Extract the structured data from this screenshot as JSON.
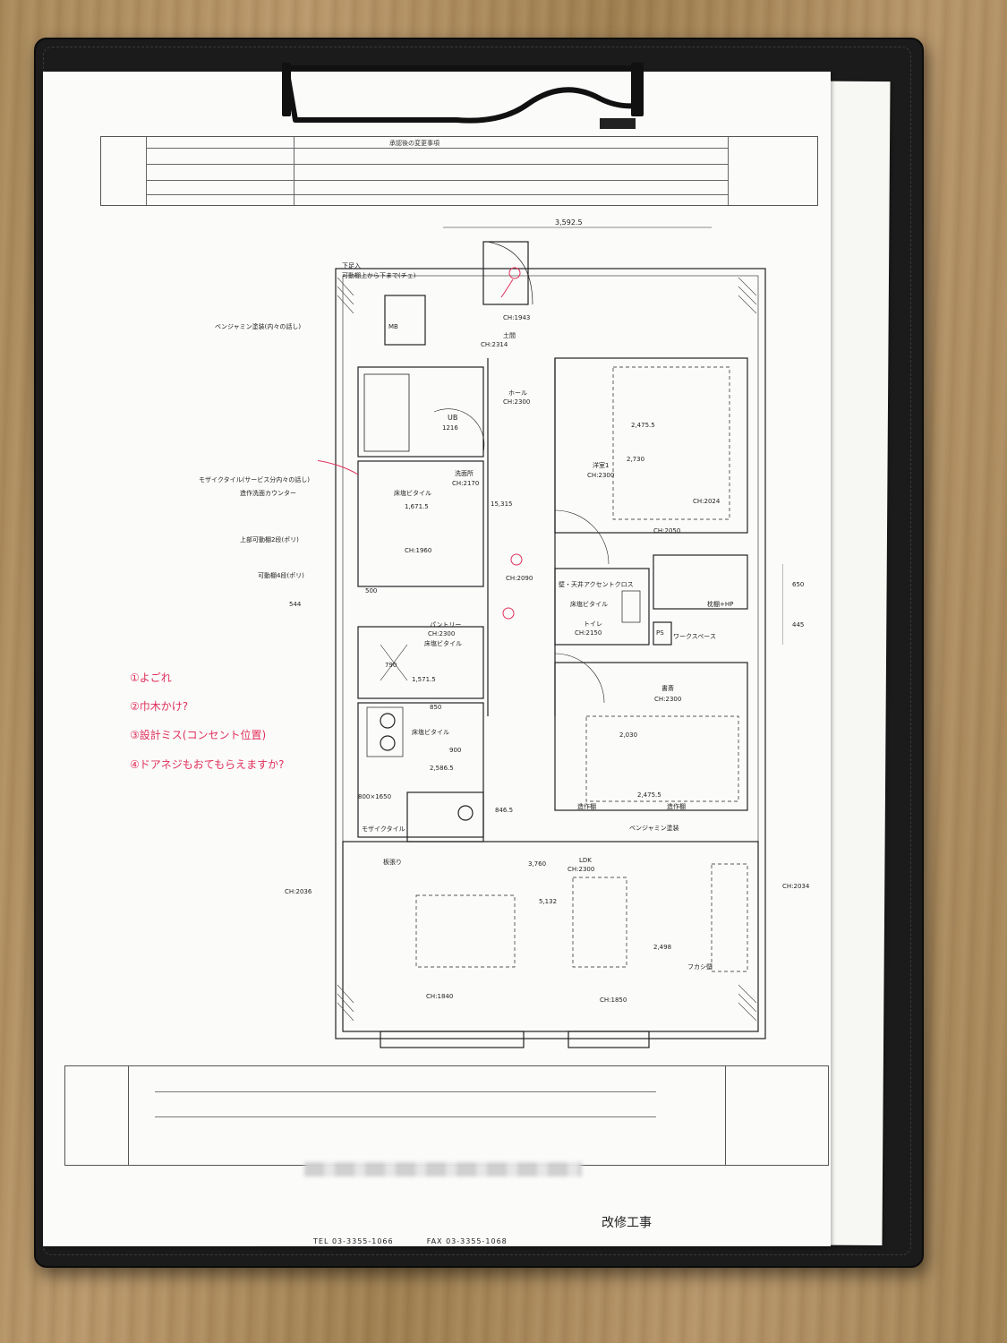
{
  "sheet_header": {
    "title": "承認後の変更事項"
  },
  "plan_labels": {
    "width_top": "3,592.5",
    "entrance_note_1": "下足入",
    "entrance_note_2": "可動棚上から下まで(チェ)",
    "benjamin_note": "ベンジャミン塗装(内々の話し)",
    "mb": "MB",
    "ch1943": "CH:1943",
    "doma": "土間",
    "ch2314": "CH:2314",
    "hall": "ホール",
    "hall_ch": "CH:2300",
    "ub": "UB",
    "ub_size": "1216",
    "washroom": "洗面所",
    "washroom_ch": "CH:2170",
    "floor_vinyl_1": "床塩ビタイル",
    "mosaic_note": "モザイクタイル(サービス分内々の話し)",
    "counter_note": "造作洗面カウンター",
    "upper_shelf": "上部可動棚2段(ポリ)",
    "shelf4": "可動棚4段(ポリ)",
    "ch1960": "CH:1960",
    "ch2090": "CH:2090",
    "pantry": "パントリー",
    "pantry_ch": "CH:2300",
    "floor_vinyl_2": "床塩ビタイル",
    "yoshitsu": "洋室1",
    "yoshitsu_ch": "CH:2300",
    "ch2024": "CH:2024",
    "ch2050": "CH:2050",
    "toilet": "トイレ",
    "toilet_ch": "CH:2150",
    "accent": "壁・天井アクセントクロス",
    "makura": "枕棚+HP",
    "ps": "PS",
    "work_space": "ワークスペース",
    "shosai": "書斎",
    "shosai_ch": "CH:2300",
    "floor_vinyl_3": "床塩ビタイル",
    "dim_2475_top": "2,475.5",
    "dim_2475_bot": "2,475.5",
    "dim_2730": "2,730",
    "dim_2030": "2,030",
    "dim_15315": "15,315",
    "dim_1671": "1,671.5",
    "dim_1571": "1,571.5",
    "dim_2586": "2,586.5",
    "dim_846": "846.5",
    "dim_850": "850",
    "dim_900": "900",
    "dim_500": "500",
    "dim_544": "544",
    "dim_650": "650",
    "dim_445": "445",
    "dim_790": "790",
    "dim_800x1650": "800×1650",
    "mosaic_tile": "モザイクタイル",
    "itabari": "板張り",
    "ldk": "LDK",
    "ldk_ch": "CH:2300",
    "benjamin_paint": "ベンジャミン塗装",
    "ch2036": "CH:2036",
    "ch2034": "CH:2034",
    "dim_5132": "5,132",
    "dim_3760": "3,760",
    "dim_2498": "2,498",
    "ch1840": "CH:1840",
    "ch1850": "CH:1850",
    "zosaku": "造作棚",
    "fukashi": "フカシ壁"
  },
  "handwritten_notes": [
    "①よごれ",
    "②巾木かけ?",
    "③設計ミス(コンセント位置)",
    "④ドアネジもおてもらえますか?"
  ],
  "footer": {
    "title": "改修工事",
    "tel": "TEL 03-3355-1066",
    "fax": "FAX 03-3355-1068"
  },
  "colors": {
    "annotation": "#e0305a",
    "board": "#1b1b1b",
    "paper": "#fbfbfa"
  }
}
